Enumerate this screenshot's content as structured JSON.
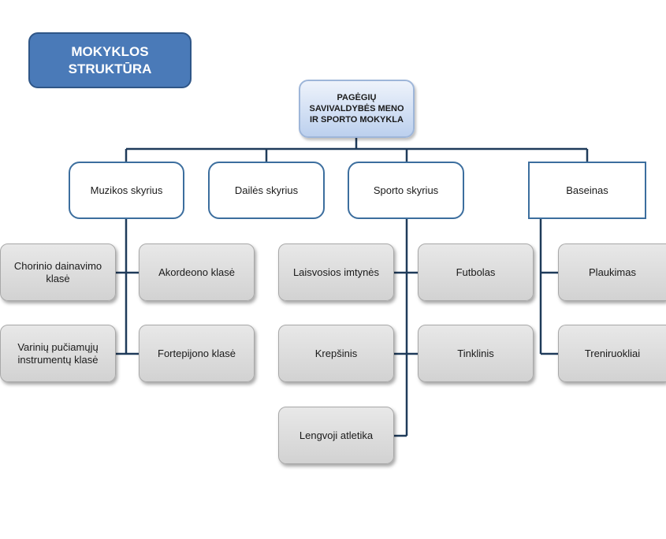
{
  "title": {
    "text": "MOKYKLOS STRUKTŪRA",
    "line1": "MOKYKLOS",
    "line2": "STRUKTŪRA"
  },
  "root": {
    "line1": "PAGĖGIŲ",
    "line2": "SAVIVALDYBĖS MENO",
    "line3": "IR SPORTO MOKYKLA"
  },
  "departments": [
    {
      "label": "Muzikos skyrius"
    },
    {
      "label": "Dailės skyrius"
    },
    {
      "label": "Sporto skyrius"
    },
    {
      "label": "Baseinas"
    }
  ],
  "music": {
    "choir": {
      "line1": "Chorinio dainavimo",
      "line2": "klasė"
    },
    "brass": {
      "line1": "Varinių pučiamųjų",
      "line2": "instrumentų klasė"
    },
    "accordion": "Akordeono klasė",
    "piano": "Fortepijono klasė"
  },
  "sport": {
    "wrestling": "Laisvosios imtynės",
    "basketball": "Krepšinis",
    "athletics": "Lengvoji atletika",
    "football": "Futbolas",
    "volleyball": "Tinklinis"
  },
  "pool": {
    "swimming": "Plaukimas",
    "trainers": "Treniruokliai"
  },
  "colors": {
    "connector": "#1f3b5a",
    "title_fill": "#4a7ab8",
    "dept_border": "#3c6e9e",
    "leaf_fill": "#dcdcdc"
  }
}
